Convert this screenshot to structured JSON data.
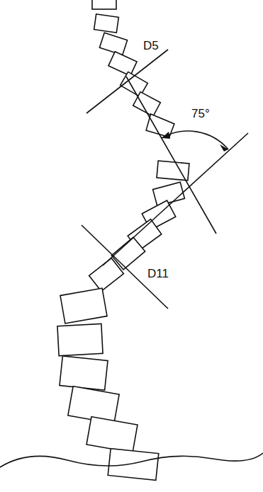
{
  "diagram": {
    "labels": [
      "D5",
      "75°",
      "D11"
    ]
  }
}
